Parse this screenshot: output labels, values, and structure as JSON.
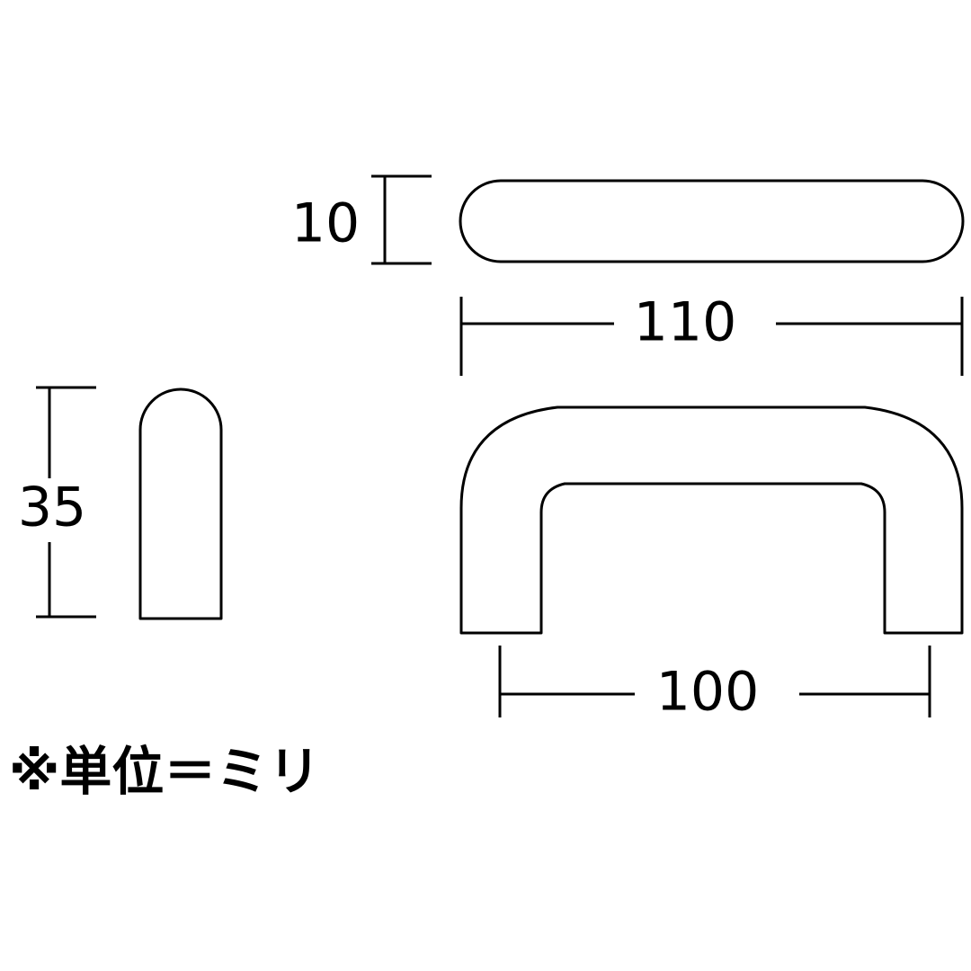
{
  "dimensions": {
    "top_thickness": "10",
    "top_length": "110",
    "side_height": "35",
    "bottom_spacing": "100"
  },
  "note": "※単位＝ミリ",
  "colors": {
    "line": "#000000",
    "background": "#ffffff"
  }
}
